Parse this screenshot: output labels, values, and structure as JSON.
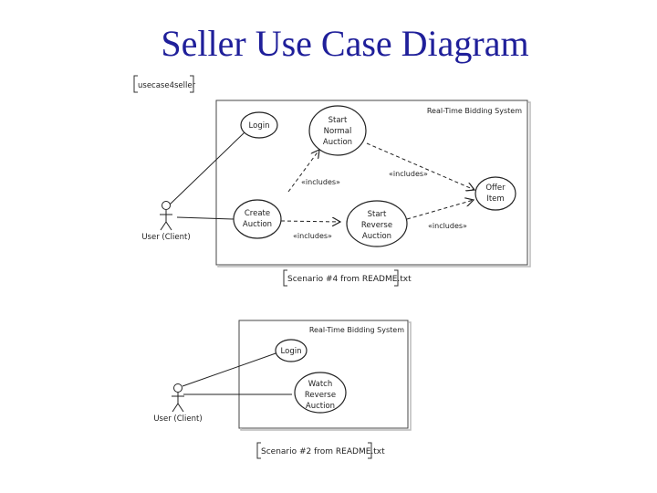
{
  "title": "Seller Use Case Diagram",
  "diagram1": {
    "package_label": "usecase4seller",
    "system_name": "Real-Time Bidding System",
    "actor": "User (Client)",
    "use_cases": {
      "login": [
        "Login"
      ],
      "start_normal": [
        "Start",
        "Normal",
        "Auction"
      ],
      "create_auction": [
        "Create",
        "Auction"
      ],
      "start_reverse": [
        "Start",
        "Reverse",
        "Auction"
      ],
      "offer_item": [
        "Offer",
        "Item"
      ]
    },
    "relations": {
      "create_to_normal": "«includes»",
      "create_to_reverse": "«includes»",
      "normal_to_offer": "«includes»",
      "reverse_to_offer": "«includes»"
    },
    "note": "Scenario #4 from README.txt"
  },
  "diagram2": {
    "system_name": "Real-Time Bidding System",
    "actor": "User (Client)",
    "use_cases": {
      "login": [
        "Login"
      ],
      "watch_reverse": [
        "Watch",
        "Reverse",
        "Auction"
      ]
    },
    "note": "Scenario #2 from README.txt"
  }
}
